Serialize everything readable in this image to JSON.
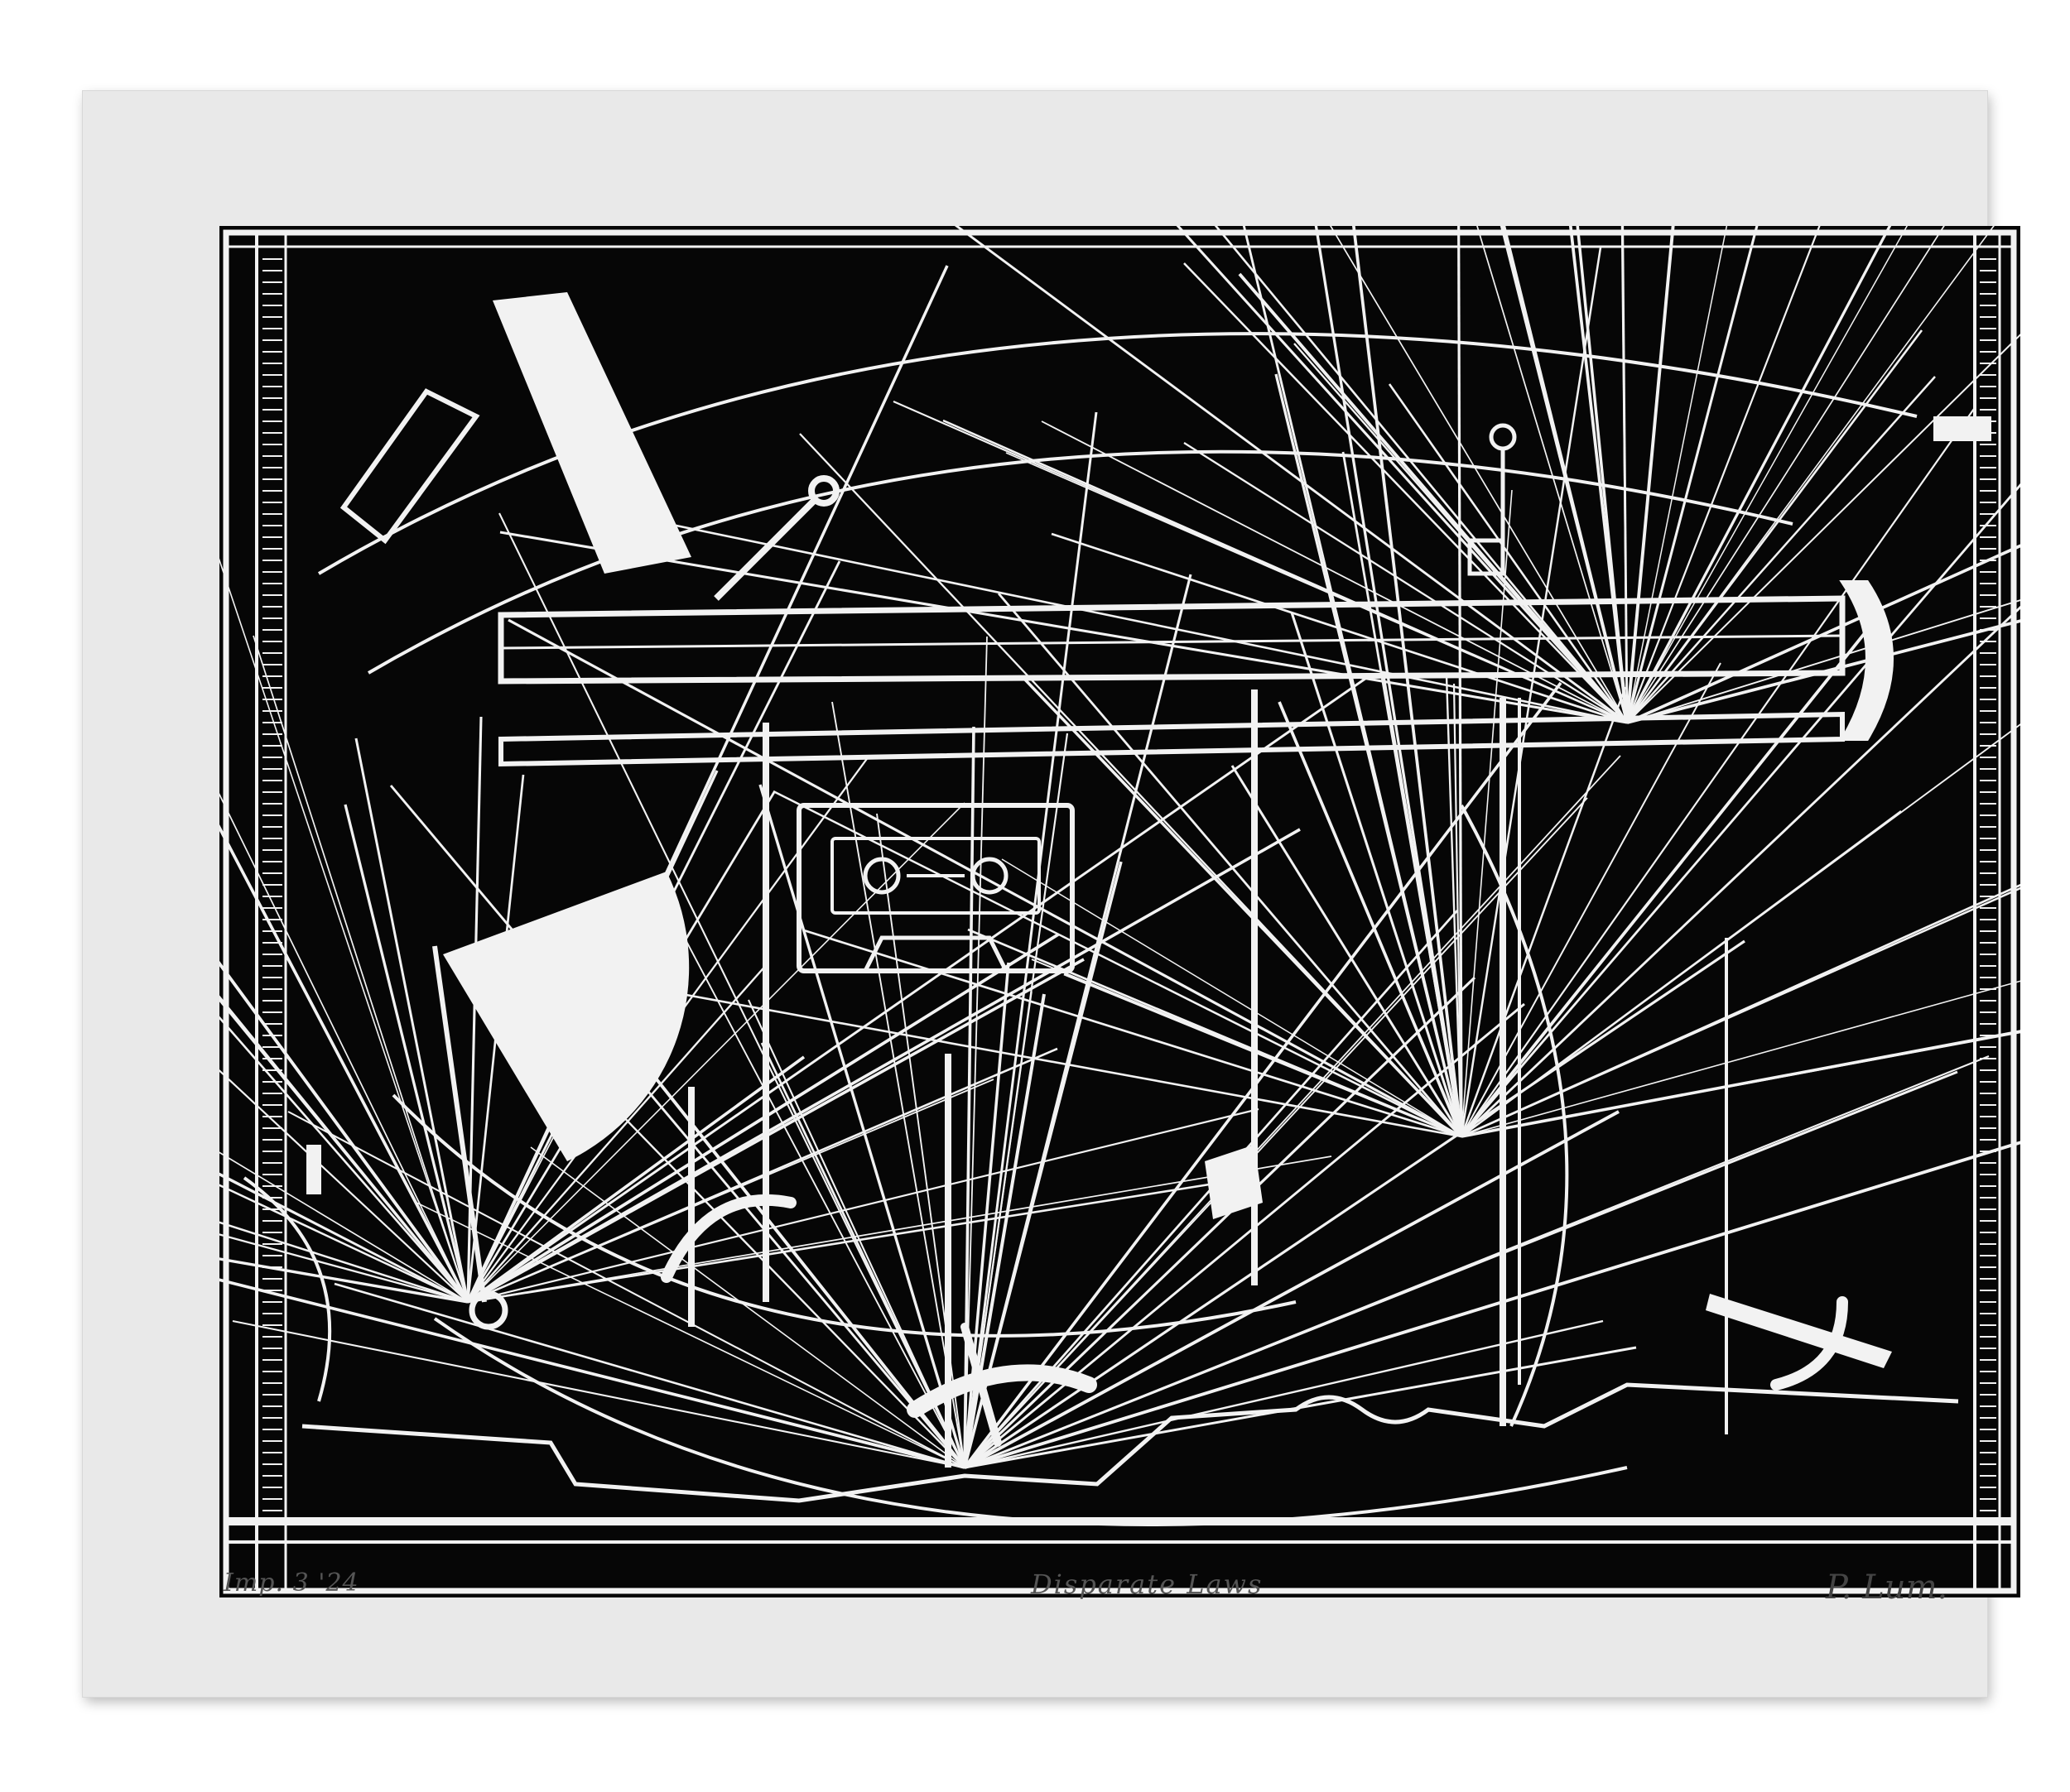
{
  "artwork": {
    "edition": "Imp. 3 '24",
    "title": "Disparate Laws",
    "signature": "P. Lum.",
    "palette": {
      "paper": "#e9e9e9",
      "ink": "#060606",
      "carved": "#f2f2f2"
    },
    "motifs": [
      "cassette-tape",
      "pendulum",
      "quarter-circle",
      "hook",
      "ruler-bars"
    ]
  }
}
